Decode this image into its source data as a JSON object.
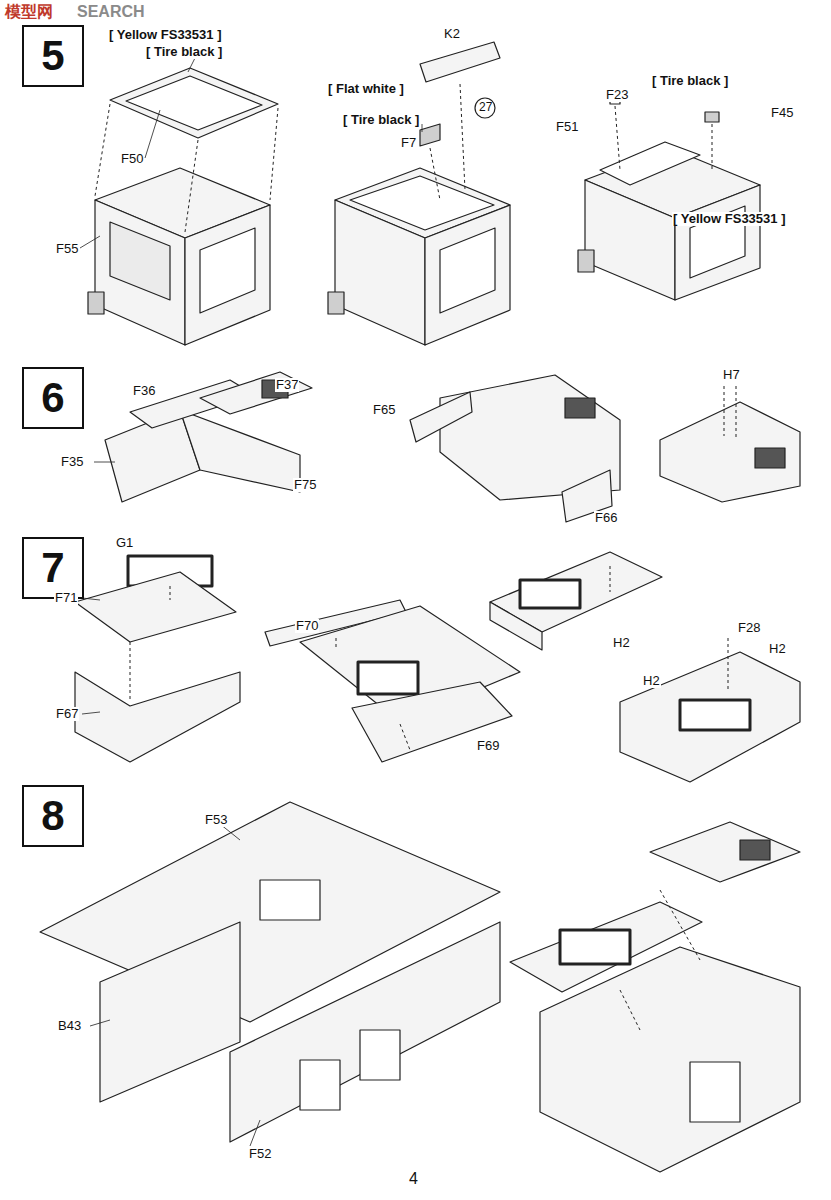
{
  "diagram": {
    "nodes": [
      {
        "text": [
          "5"
        ]
      },
      {
        "text": [
          "6"
        ]
      },
      {
        "text": [
          "7"
        ]
      },
      {
        "text": [
          "8"
        ]
      }
    ],
    "labels": [
      "模型网",
      "SEARCH",
      "[ Yellow FS33531 ]",
      "[ Tire black ]",
      "F50",
      "F55",
      "K2",
      "27",
      "[ Flat white ]",
      "[ Tire black ]",
      "F7",
      "[ Tire black ]",
      "F23",
      "F45",
      "F51",
      "[ Yellow FS33531 ]",
      "F36",
      "F37",
      "F35",
      "F75",
      "F65",
      "F66",
      "H7",
      "G1",
      "F71",
      "F67",
      "F70",
      "F69",
      "H2",
      "F28",
      "H2",
      "H2",
      "F53",
      "B43",
      "F52",
      "4"
    ]
  }
}
